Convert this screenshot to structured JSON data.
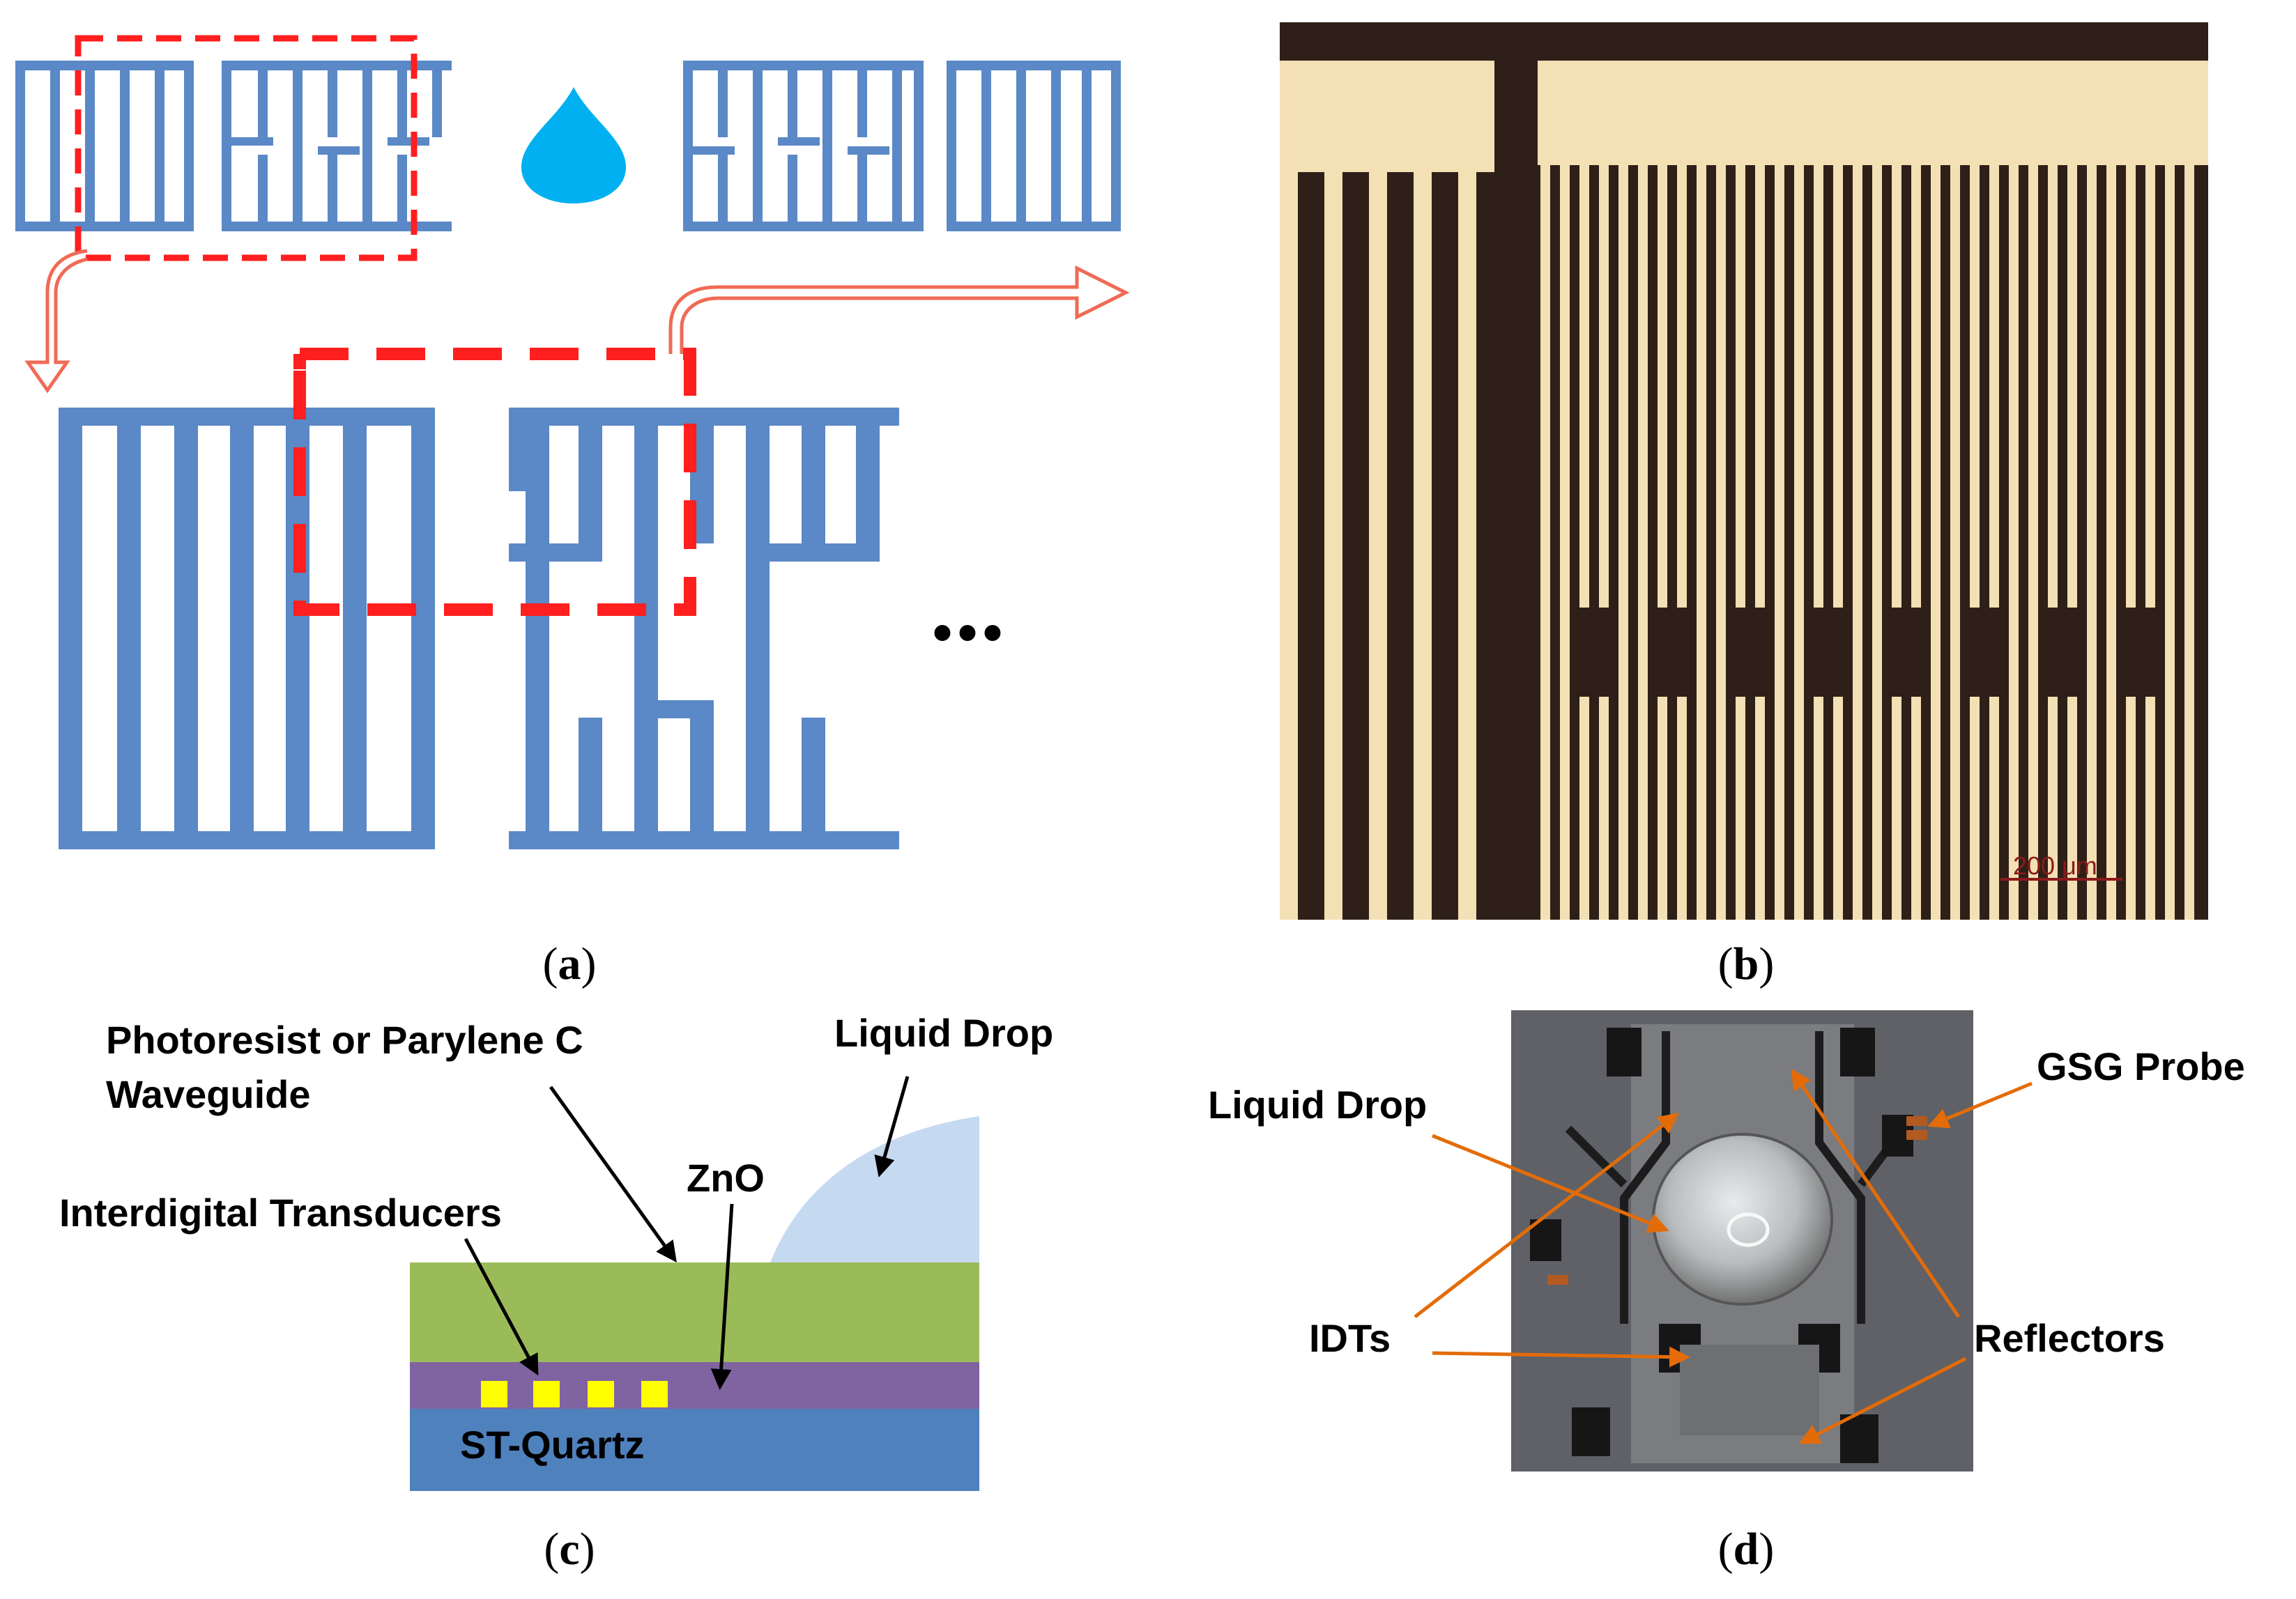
{
  "panel_a": {
    "caption_open": "(",
    "caption_letter": "a",
    "caption_close": ")",
    "ellipsis": "•••",
    "colors": {
      "electrode": "#5b88c6",
      "highlight": "#ff1f1f",
      "drop": "#00b0f0"
    }
  },
  "panel_b": {
    "caption_open": "(",
    "caption_letter": "b",
    "caption_close": ")",
    "scale_bar": "200 μm",
    "colors": {
      "metal": "#f3e0b4",
      "substrate": "#2e2018",
      "scale": "#8b1a1a"
    }
  },
  "panel_c": {
    "caption_open": "(",
    "caption_letter": "c",
    "caption_close": ")",
    "label_waveguide_1": "Photoresist or Parylene C",
    "label_waveguide_2": "Waveguide",
    "label_drop": "Liquid Drop",
    "label_zno": "ZnO",
    "label_idt": "Interdigital Transducers",
    "label_substrate": "ST-Quartz",
    "colors": {
      "waveguide": "#9bbb59",
      "zno": "#8064a2",
      "quartz": "#4f81bd",
      "idt": "#ffff00",
      "drop": "#c5d9f1"
    }
  },
  "panel_d": {
    "caption_open": "(",
    "caption_letter": "d",
    "caption_close": ")",
    "label_drop": "Liquid Drop",
    "label_probe": "GSG Probe",
    "label_idts": "IDTs",
    "label_reflectors": "Reflectors",
    "colors": {
      "arrow": "#e36c09"
    }
  }
}
